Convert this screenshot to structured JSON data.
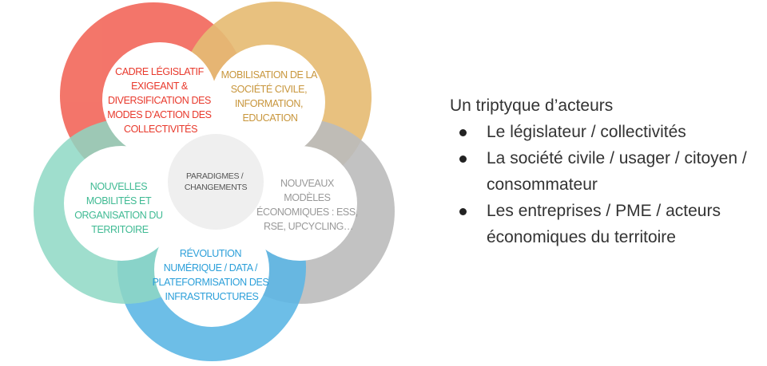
{
  "diagram": {
    "center": [
      "PARADIGMES /",
      "CHANGEMENTS"
    ],
    "petals": {
      "legislatif": [
        "CADRE LÉGISLATIF",
        "EXIGEANT &",
        "DIVERSIFICATION DES",
        "MODES D’ACTION DES",
        "COLLECTIVITÉS"
      ],
      "societe": [
        "MOBILISATION DE LA",
        "SOCIÉTÉ CIVILE,",
        "INFORMATION,",
        "EDUCATION"
      ],
      "economie": [
        "NOUVEAUX",
        "MODÈLES",
        "ÉCONOMIQUES : ESS,",
        "RSE, UPCYCLING…"
      ],
      "numerique": [
        "RÉVOLUTION",
        "NUMÉRIQUE / DATA /",
        "PLATEFORMISATION DES",
        "INFRASTRUCTURES"
      ],
      "mobilite": [
        "NOUVELLES",
        "MOBILITÉS ET",
        "ORGANISATION DU",
        "TERRITOIRE"
      ]
    },
    "colors": {
      "red": "#f2675a",
      "gold": "#e3b465",
      "gray": "#b5b5b5",
      "blue": "#4fb0e2",
      "teal": "#83d3bd",
      "red_text": "#e8392c",
      "gold_text": "#c8963c",
      "gray_text": "#999999",
      "blue_text": "#2b9fd9",
      "teal_text": "#3fba93"
    }
  },
  "panel": {
    "title": "Un triptyque d’acteurs",
    "items": [
      "Le législateur / collectivités",
      "La société civile / usager / citoyen / consommateur",
      "Les entreprises / PME / acteurs économiques du territoire"
    ]
  }
}
